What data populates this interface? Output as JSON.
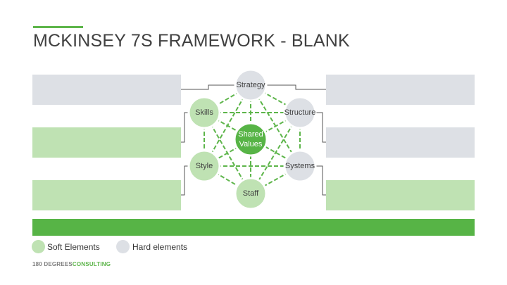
{
  "title": "MCKINSEY 7S FRAMEWORK - BLANK",
  "colors": {
    "accent": "#5db54a",
    "soft": "#bfe2b3",
    "hard": "#dde0e5",
    "shared_values": "#57b446",
    "band": "#57b446"
  },
  "nodes": {
    "strategy": {
      "label": "Strategy",
      "kind": "hard"
    },
    "skills": {
      "label": "Skills",
      "kind": "soft"
    },
    "structure": {
      "label": "Structure",
      "kind": "hard"
    },
    "shared_values": {
      "label": "Shared Values",
      "kind": "soft"
    },
    "style": {
      "label": "Style",
      "kind": "soft"
    },
    "systems": {
      "label": "Systems",
      "kind": "hard"
    },
    "staff": {
      "label": "Staff",
      "kind": "soft"
    }
  },
  "legend": {
    "soft_label": "Soft Elements",
    "hard_label": "Hard elements"
  },
  "footer": {
    "brand_part1": "180 DEGREES",
    "brand_part2": "CONSULTING"
  }
}
